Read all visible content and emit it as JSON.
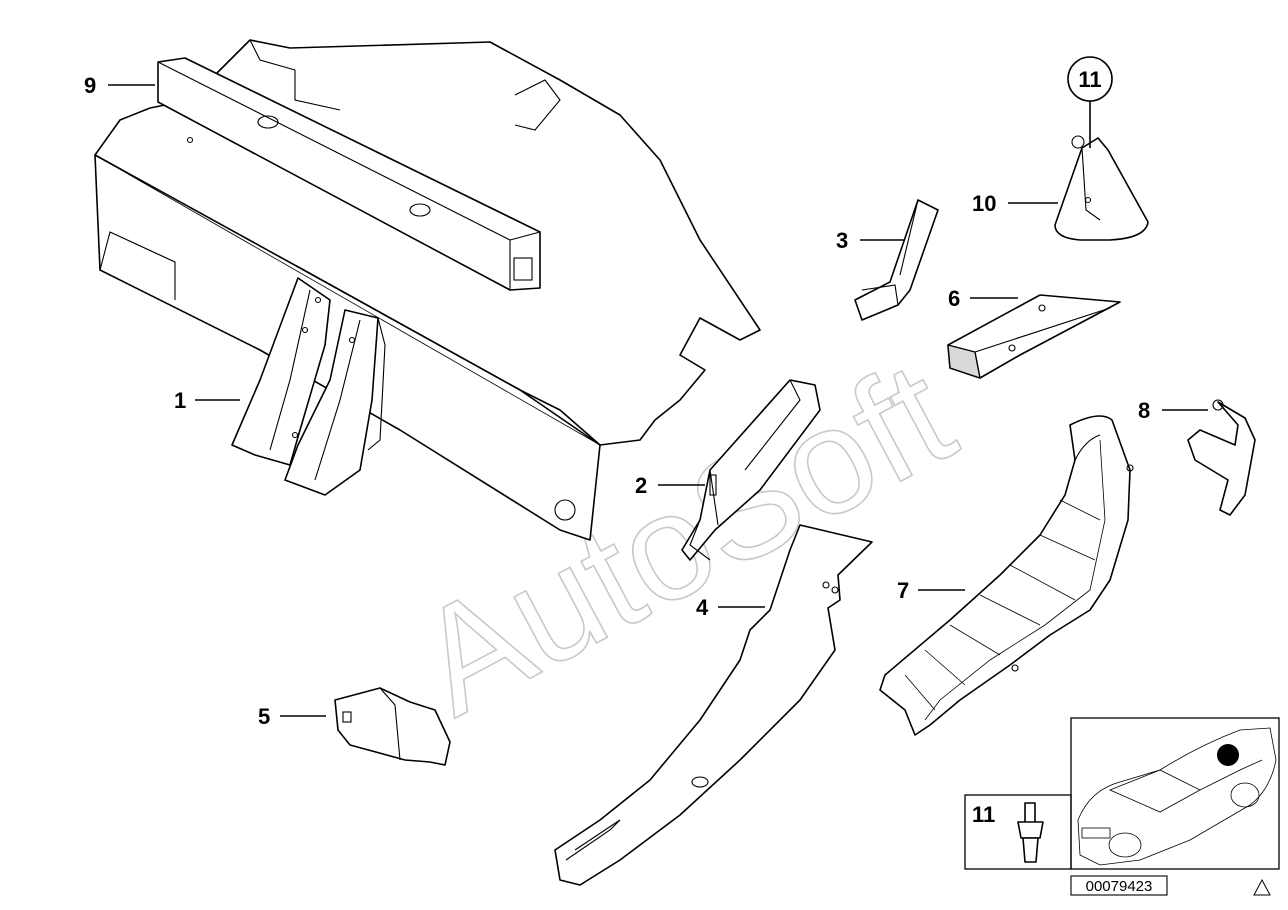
{
  "callouts": {
    "p1": "1",
    "p2": "2",
    "p3": "3",
    "p4": "4",
    "p5": "5",
    "p6": "6",
    "p7": "7",
    "p8": "8",
    "p9": "9",
    "p10": "10",
    "p11_circle": "11",
    "p11_box": "11"
  },
  "watermark": "AutoSoft",
  "document_number": "00079423"
}
